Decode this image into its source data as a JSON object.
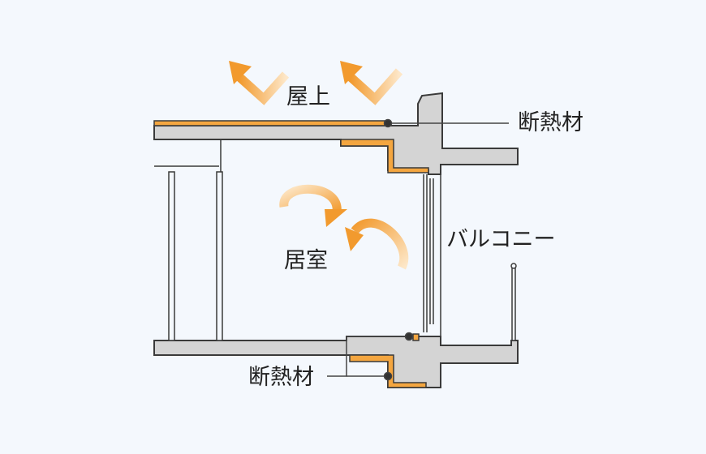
{
  "labels": {
    "roof": "屋上",
    "insulation_top": "断熱材",
    "balcony": "バルコニー",
    "room": "居室",
    "insulation_bottom": "断熱材"
  },
  "colors": {
    "background": "#f4f8fd",
    "concrete": "#d4d4d4",
    "outline": "#3a3a3a",
    "insulation": "#f4a640",
    "arrow": "#f29a2e"
  }
}
